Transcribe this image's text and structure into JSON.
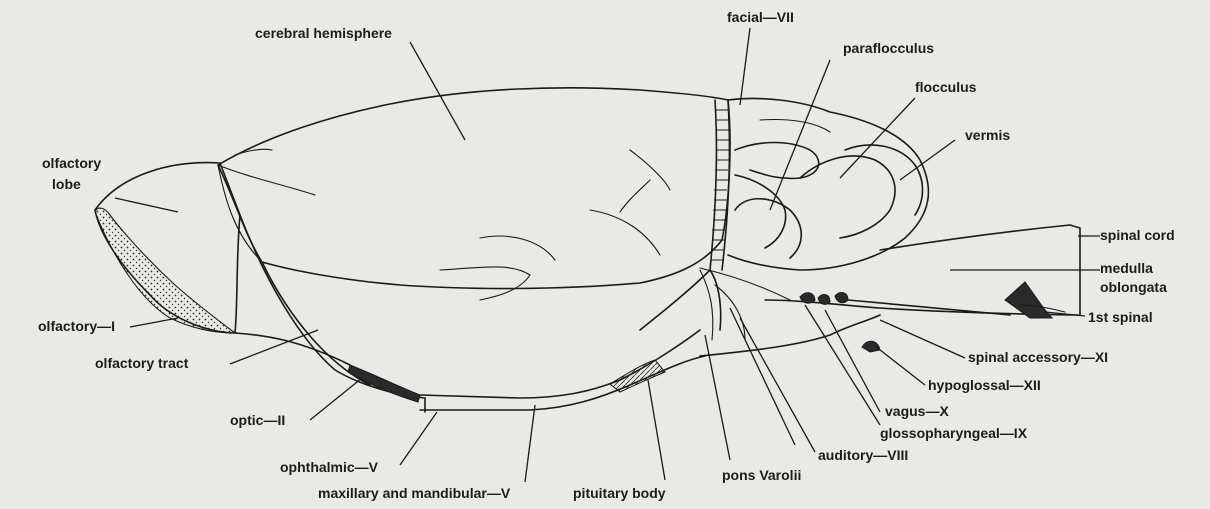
{
  "figure": {
    "labels": {
      "cerebral_hemisphere": "cerebral hemisphere",
      "facial": "facial—VII",
      "paraflocculus": "paraflocculus",
      "flocculus": "flocculus",
      "vermis": "vermis",
      "olfactory_lobe_1": "olfactory",
      "olfactory_lobe_2": "lobe",
      "spinal_cord": "spinal cord",
      "medulla_1": "medulla",
      "medulla_2": "oblongata",
      "olfactory_nerve": "olfactory—I",
      "first_spinal": "1st spinal",
      "olfactory_tract": "olfactory tract",
      "spinal_accessory": "spinal accessory—XI",
      "hypoglossal": "hypoglossal—XII",
      "optic": "optic—II",
      "vagus": "vagus—X",
      "glossopharyngeal": "glossopharyngeal—IX",
      "auditory": "auditory—VIII",
      "ophthalmic": "ophthalmic—V",
      "pons": "pons Varolii",
      "maxillary": "maxillary and mandibular—V",
      "pituitary": "pituitary body"
    }
  }
}
